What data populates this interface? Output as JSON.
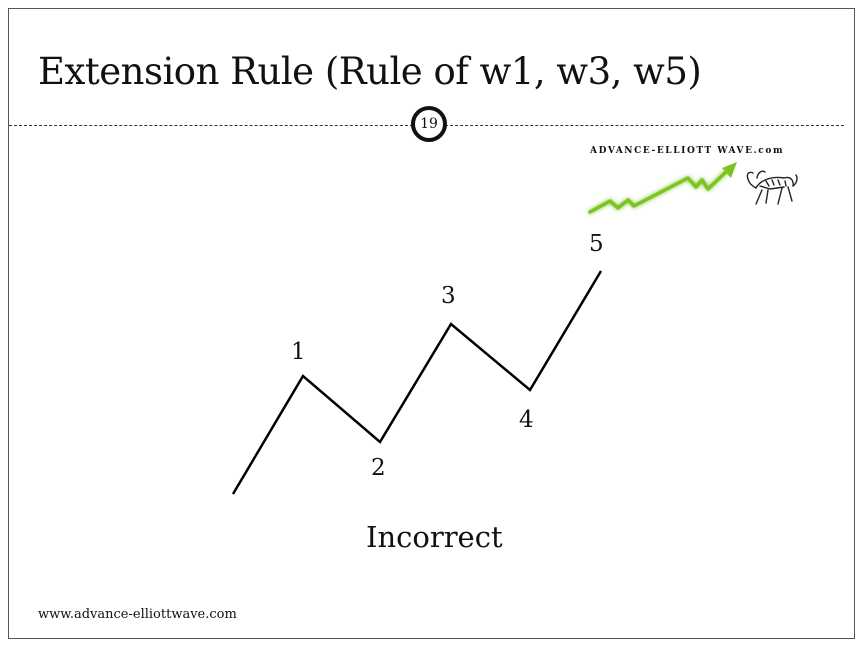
{
  "slide": {
    "title": "Extension Rule (Rule of w1, w3, w5)",
    "page_number": "19",
    "brand_text": "ADVANCE-ELLIOTT WAVE.com",
    "caption": "Incorrect",
    "footer_url": "www.advance-elliottwave.com"
  },
  "wave": {
    "labels": [
      "1",
      "2",
      "3",
      "4",
      "5"
    ]
  },
  "colors": {
    "line": "#000000",
    "logo_arrow": "#7cc422",
    "text": "#111111"
  },
  "icons": {
    "logo_arrow": "green-trend-arrow-icon",
    "bull": "bull-icon"
  }
}
